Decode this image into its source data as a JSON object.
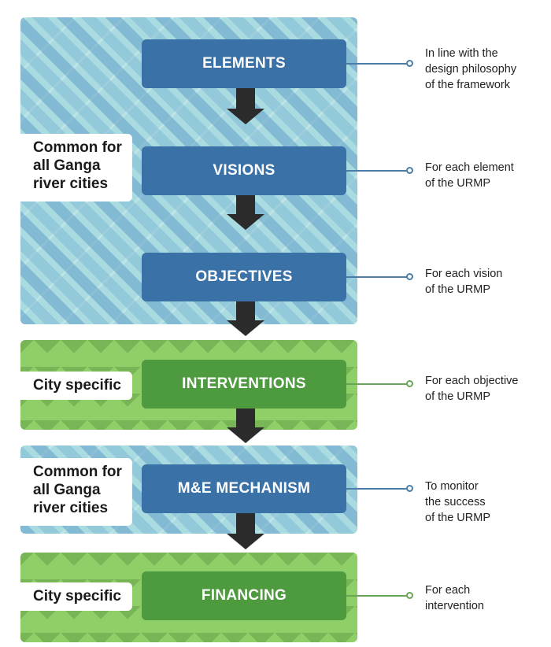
{
  "diagram": {
    "colors": {
      "common_panel": "#a9dbe0",
      "city_panel": "#8fcf68",
      "common_stage": "#3a72a8",
      "city_stage": "#4e9a3f",
      "arrow": "#2b2b2b"
    },
    "panels": [
      {
        "type": "common",
        "label": "Common for\nall Ganga\nriver cities"
      },
      {
        "type": "city",
        "label": "City specific"
      },
      {
        "type": "common",
        "label": "Common for\nall Ganga\nriver cities"
      },
      {
        "type": "city",
        "label": "City specific"
      }
    ],
    "stages": [
      {
        "name": "ELEMENTS",
        "note": "In line with the\ndesign philosophy\nof the framework"
      },
      {
        "name": "VISIONS",
        "note": "For each element\nof the URMP"
      },
      {
        "name": "OBJECTIVES",
        "note": "For each vision\nof the URMP"
      },
      {
        "name": "INTERVENTIONS",
        "note": "For each objective\nof the URMP"
      },
      {
        "name": "M&E MECHANISM",
        "note": "To monitor\nthe success\nof the URMP"
      },
      {
        "name": "FINANCING",
        "note": "For each\nintervention"
      }
    ]
  }
}
